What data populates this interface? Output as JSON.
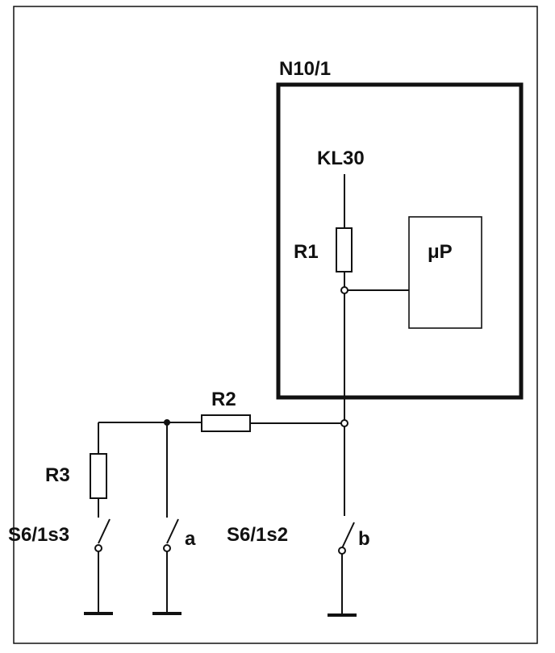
{
  "diagram": {
    "module_label": "N10/1",
    "supply_label": "KL30",
    "microprocessor_label": "μP",
    "resistors": {
      "r1": "R1",
      "r2": "R2",
      "r3": "R3"
    },
    "switch_labels": {
      "left": "S6/1s3",
      "right": "S6/1s2"
    },
    "contact_labels": {
      "a": "a",
      "b": "b"
    }
  }
}
